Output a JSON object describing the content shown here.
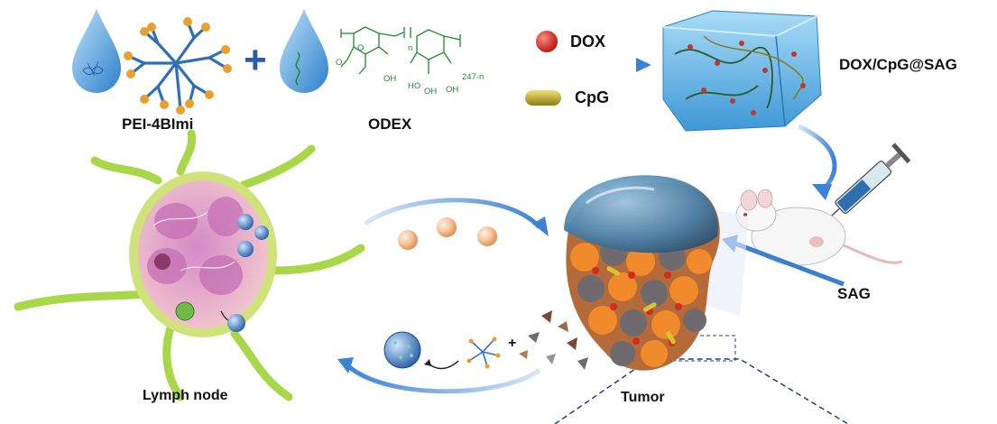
{
  "labels": {
    "pei": "PEI-4BImi",
    "odex": "ODEX",
    "dox": "DOX",
    "cpg": "CpG",
    "product": "DOX/CpG@SAG",
    "sag": "SAG",
    "lymph_node": "Lymph node",
    "tumor": "Tumor"
  },
  "chemistry": {
    "oh_1": "OH",
    "oh_2": "HO",
    "oh_3": "OH",
    "oh_4": "OH",
    "o_1": "O",
    "o_2": "O",
    "subscript": "247-n",
    "n_sub": "n"
  },
  "operators": {
    "plus_main": "+",
    "plus_small": "+"
  },
  "colors": {
    "drop_blue": "#3b8fd4",
    "dendrimer_blue": "#2f6fb8",
    "dendrimer_end": "#e8a030",
    "plus_blue": "#2a5caa",
    "chem_green": "#1f8a2c",
    "dox_red": "#d42a20",
    "cpg_olive": "#b9a21a",
    "hydrogel": "#5fb6e6",
    "arrow_blue": "#4a8fd8",
    "lymph_green": "#a8d84a",
    "lymph_pink": "#c070b0",
    "tumor_orange": "#f08a2a",
    "tumor_gray": "#6e6a6e"
  },
  "icons": [
    "water-drop-icon",
    "dendrimer-icon",
    "syringe-icon",
    "mouse-icon",
    "cell-icon",
    "nanoparticle-icon"
  ]
}
